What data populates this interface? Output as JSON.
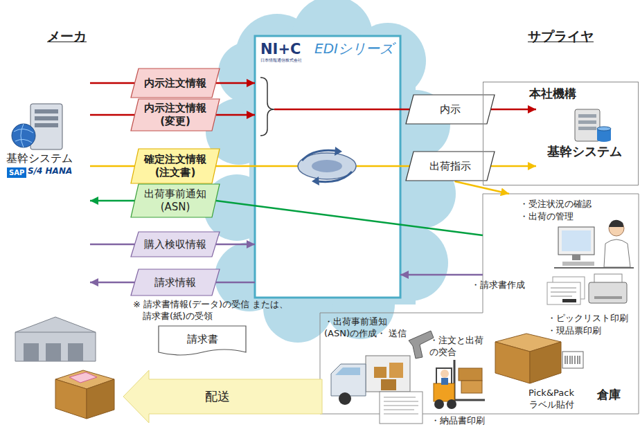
{
  "diagram": {
    "nodes": [
      {
        "text": [
          "基幹システム"
        ]
      },
      {
        "text": [
          "内示注文情報"
        ]
      },
      {
        "text": [
          "内示注文情報 (変更)"
        ]
      },
      {
        "text": [
          "確定注文情報 (注文書)"
        ]
      },
      {
        "text": [
          "出荷事前通知 (ASN)"
        ]
      },
      {
        "text": [
          "購入検収情報"
        ]
      },
      {
        "text": [
          "請求情報"
        ]
      },
      {
        "text": [
          "NI+C",
          "日本情報通信株式会社",
          "EDIシリーズ"
        ]
      },
      {
        "text": [
          "内示"
        ]
      },
      {
        "text": [
          "出荷指示"
        ]
      },
      {
        "text": [
          "本社機構"
        ]
      },
      {
        "text": [
          "基幹システム"
        ],
        "in": 10
      },
      {
        "text": [
          "倉庫"
        ]
      },
      {
        "text": [
          "請求書"
        ]
      }
    ],
    "edges": [
      {
        "from": 0,
        "to": 1,
        "arrow": "none"
      },
      {
        "from": 1,
        "to": 7,
        "arrow": "to"
      },
      {
        "from": 0,
        "to": 2,
        "arrow": "none"
      },
      {
        "from": 2,
        "to": 7,
        "arrow": "to"
      },
      {
        "from": 7,
        "to": 8,
        "arrow": "none"
      },
      {
        "from": 8,
        "to": 11,
        "arrow": "to"
      },
      {
        "from": 0,
        "to": 3,
        "arrow": "none"
      },
      {
        "from": 3,
        "to": 7,
        "arrow": "none"
      },
      {
        "from": 7,
        "to": 9,
        "arrow": "none"
      },
      {
        "from": 9,
        "to": 11,
        "arrow": "to"
      },
      {
        "from": 9,
        "to": 12,
        "arrow": "to"
      },
      {
        "from": 12,
        "to": 4,
        "arrow": "none"
      },
      {
        "from": 4,
        "to": 0,
        "arrow": "to"
      },
      {
        "from": 0,
        "to": 5,
        "arrow": "none"
      },
      {
        "from": 5,
        "to": 7,
        "arrow": "to"
      },
      {
        "from": 7,
        "to": 6,
        "arrow": "none"
      },
      {
        "from": 6,
        "to": 0,
        "arrow": "to"
      },
      {
        "from": 12,
        "to": 7,
        "arrow": "to"
      }
    ],
    "labels": [
      "メーカ",
      "サプライヤ",
      "SAP",
      "S/4 HANA",
      "※ 請求書情報(データ)の受信 または、請求書(紙)の受領",
      "・受注状況の確認",
      "・出荷の管理",
      "・請求書作成",
      "・ピックリスト印刷",
      "・現品票印刷",
      "・出荷事前通知 (ASN)の作成・ 送信",
      "・注文と出荷 の突合",
      "Pick&Pack ラベル貼付",
      "・納品書印刷",
      "配送"
    ]
  }
}
